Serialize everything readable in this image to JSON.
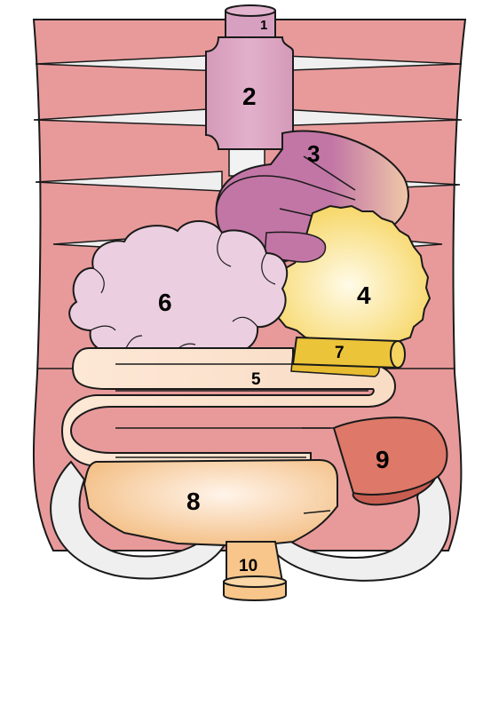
{
  "diagram": {
    "labels": {
      "l1": "1",
      "l2": "2",
      "l3": "3",
      "l4": "4",
      "l5": "5",
      "l6": "6",
      "l7": "7",
      "l8": "8",
      "l9": "9",
      "l10": "10"
    },
    "colors": {
      "body_wall": "#e89a9a",
      "body_wall_dark": "#d97a7a",
      "rib_white": "#efefef",
      "esophagus": "#d8a0c0",
      "stomach": "#c478a8",
      "liver": "#f6dc6a",
      "gallbladder": "#e8c030",
      "small_intestine": "#fbe2cc",
      "large_intestine_lobes": "#ebcfe0",
      "colon": "#f4c48e",
      "kidney_organ": "#de7a6a",
      "rectum": "#f8c88e"
    }
  }
}
